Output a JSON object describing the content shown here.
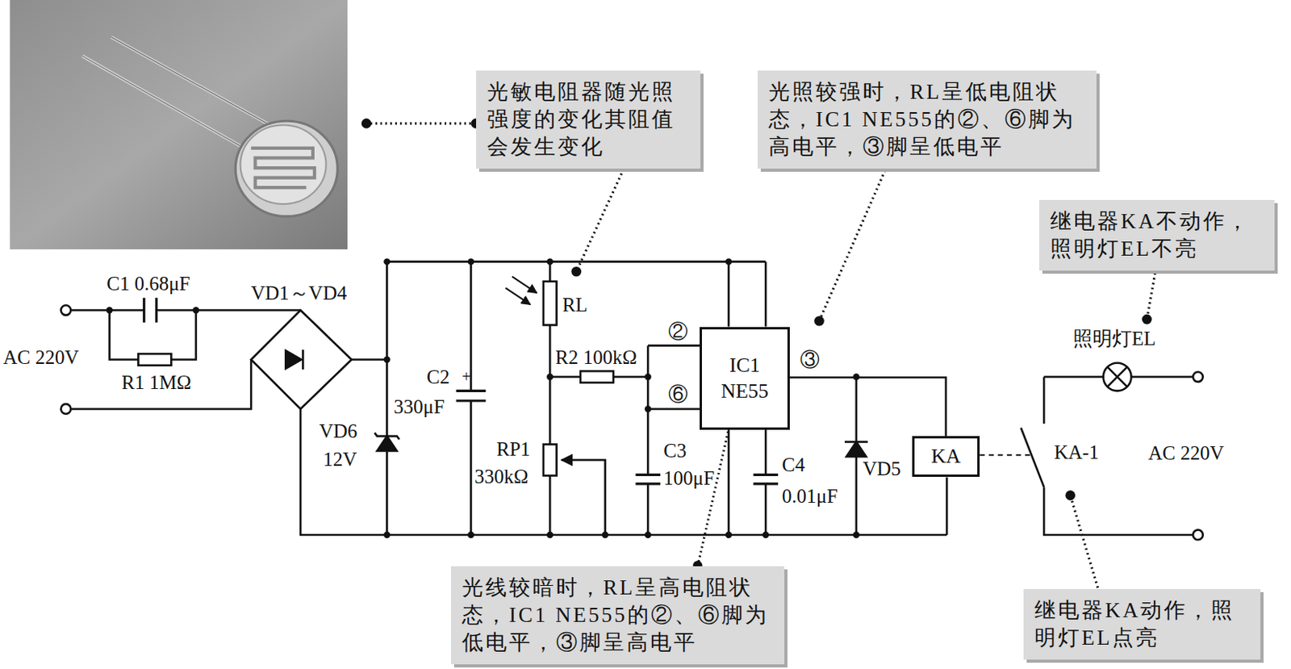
{
  "diagram": {
    "nodes": [
      {
        "text": [
          "光敏电阻器随光照强度的变化其阻值会发生变化"
        ]
      },
      {
        "text": [
          "光照较强时，RL呈低电阻状态，IC1 NE555的②、⑥脚为高电平，③脚呈低电平"
        ]
      },
      {
        "text": [
          "继电器KA不动作，照明灯EL不亮"
        ]
      },
      {
        "text": [
          "IC1 NE55"
        ]
      },
      {
        "text": [
          "KA"
        ]
      },
      {
        "text": [
          "光线较暗时，RL呈高电阻状态，IC1 NE555的②、⑥脚为低电平，③脚呈高电平"
        ]
      },
      {
        "text": [
          "继电器KA动作，照明灯EL点亮"
        ]
      }
    ],
    "edges": [
      {
        "from": 3,
        "to": 4,
        "arrow": "none"
      },
      {
        "from": 5,
        "to": 3,
        "arrow": "none"
      }
    ],
    "labels": [
      "C1 0.68μF",
      "VD1～VD4",
      "AC 220V",
      "R1 1MΩ",
      "C2",
      "+",
      "330μF",
      "VD6",
      "12V",
      "RL",
      "R2 100kΩ",
      "RP1",
      "330kΩ",
      "②",
      "⑥",
      "③",
      "C3",
      "100μF",
      "C4",
      "0.01μF",
      "VD5",
      "照明灯EL",
      "KA-1",
      "AC 220V"
    ]
  }
}
